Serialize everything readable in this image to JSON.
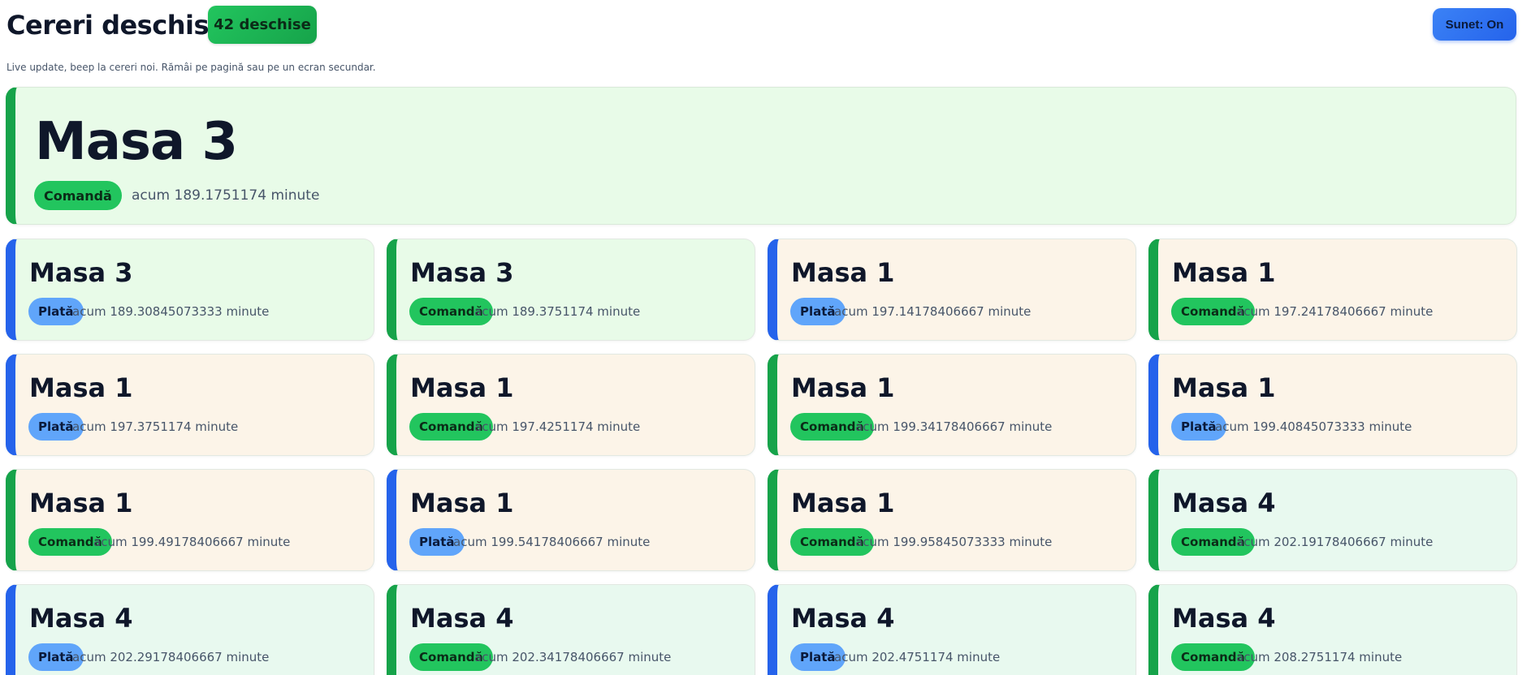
{
  "header": {
    "title": "Cereri deschise",
    "open_count_label": "42 deschise",
    "sound_label": "Sunet: On",
    "subtitle": "Live update, beep la cereri noi. Rămâi pe pagină sau pe un ecran secundar."
  },
  "colors": {
    "green_accent": "#16a34a",
    "blue_accent": "#2563eb",
    "green_badge": "#22c55e",
    "blue_badge": "#60a5fa",
    "bg_green": "#e8fbe8",
    "bg_beige": "#fcf4e8",
    "bg_mint": "#e8f9ef"
  },
  "featured": {
    "table": "Masa 3",
    "type": "Comandă",
    "kind": "order",
    "bg": "green",
    "time": "acum 189.1751174 minute"
  },
  "requests": [
    {
      "table": "Masa 3",
      "type": "Plată",
      "kind": "payment",
      "bg": "green",
      "time": "acum 189.30845073333 minute"
    },
    {
      "table": "Masa 3",
      "type": "Comandă",
      "kind": "order",
      "bg": "green",
      "time": "acum 189.3751174 minute"
    },
    {
      "table": "Masa 1",
      "type": "Plată",
      "kind": "payment",
      "bg": "beige",
      "time": "acum 197.14178406667 minute"
    },
    {
      "table": "Masa 1",
      "type": "Comandă",
      "kind": "order",
      "bg": "beige",
      "time": "acum 197.24178406667 minute"
    },
    {
      "table": "Masa 1",
      "type": "Plată",
      "kind": "payment",
      "bg": "beige",
      "time": "acum 197.3751174 minute"
    },
    {
      "table": "Masa 1",
      "type": "Comandă",
      "kind": "order",
      "bg": "beige",
      "time": "acum 197.4251174 minute"
    },
    {
      "table": "Masa 1",
      "type": "Comandă",
      "kind": "order",
      "bg": "beige",
      "time": "acum 199.34178406667 minute"
    },
    {
      "table": "Masa 1",
      "type": "Plată",
      "kind": "payment",
      "bg": "beige",
      "time": "acum 199.40845073333 minute"
    },
    {
      "table": "Masa 1",
      "type": "Comandă",
      "kind": "order",
      "bg": "beige",
      "time": "acum 199.49178406667 minute"
    },
    {
      "table": "Masa 1",
      "type": "Plată",
      "kind": "payment",
      "bg": "beige",
      "time": "acum 199.54178406667 minute"
    },
    {
      "table": "Masa 1",
      "type": "Comandă",
      "kind": "order",
      "bg": "beige",
      "time": "acum 199.95845073333 minute"
    },
    {
      "table": "Masa 4",
      "type": "Comandă",
      "kind": "order",
      "bg": "mint",
      "time": "acum 202.19178406667 minute"
    },
    {
      "table": "Masa 4",
      "type": "Plată",
      "kind": "payment",
      "bg": "mint",
      "time": "acum 202.29178406667 minute"
    },
    {
      "table": "Masa 4",
      "type": "Comandă",
      "kind": "order",
      "bg": "mint",
      "time": "acum 202.34178406667 minute"
    },
    {
      "table": "Masa 4",
      "type": "Plată",
      "kind": "payment",
      "bg": "mint",
      "time": "acum 202.4751174 minute"
    },
    {
      "table": "Masa 4",
      "type": "Comandă",
      "kind": "order",
      "bg": "mint",
      "time": "acum 208.2751174 minute"
    }
  ]
}
